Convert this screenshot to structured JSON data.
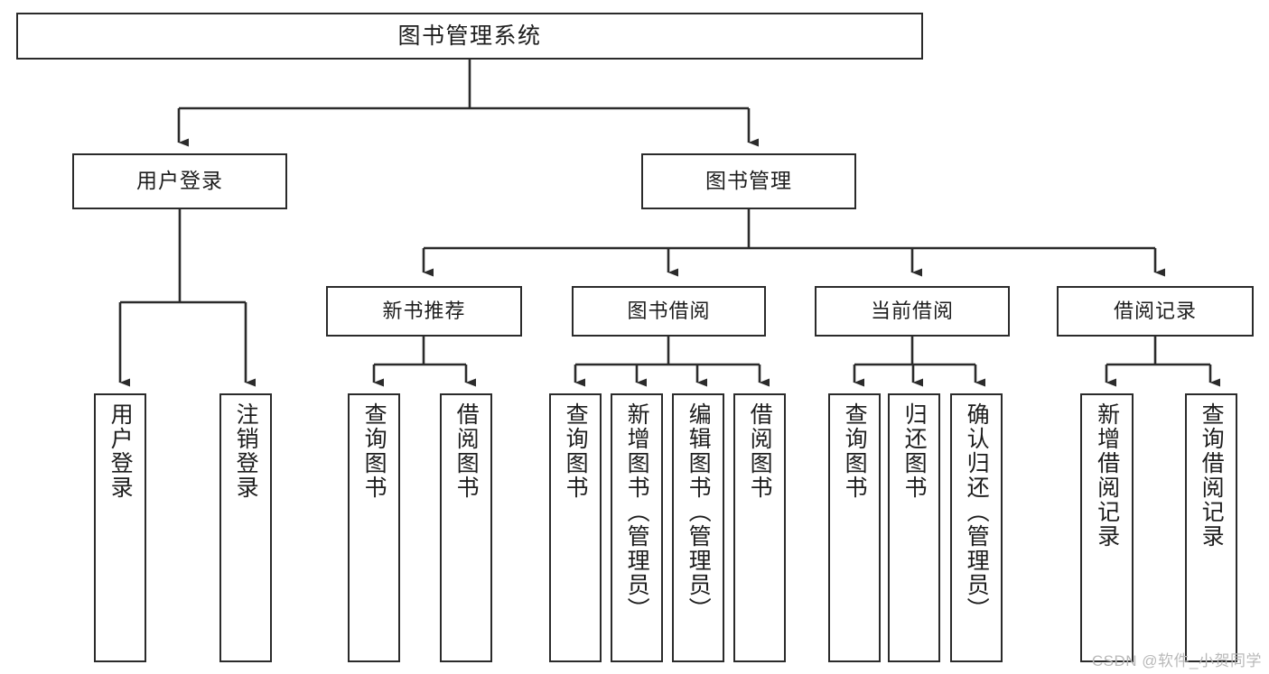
{
  "diagram": {
    "type": "tree",
    "title": "图书管理系统",
    "watermark": "CSDN @软件_小贺同学",
    "colors": {
      "box_border": "#2b2b2b",
      "box_fill": "#ffffff",
      "edge": "#2b2b2b",
      "text": "#1d1d1d",
      "watermark": "#b9b9b9",
      "background": "#ffffff"
    },
    "nodes": {
      "root": {
        "label": "图书管理系统"
      },
      "level2": [
        {
          "id": "user-login",
          "label": "用户登录"
        },
        {
          "id": "book-manage",
          "label": "图书管理"
        }
      ],
      "level3": [
        {
          "id": "new-book-recommend",
          "label": "新书推荐"
        },
        {
          "id": "book-borrow",
          "label": "图书借阅"
        },
        {
          "id": "current-borrow",
          "label": "当前借阅"
        },
        {
          "id": "borrow-record",
          "label": "借阅记录"
        }
      ],
      "leaves": {
        "user-login": [
          {
            "id": "leaf-user-login",
            "label": "用户登录"
          },
          {
            "id": "leaf-logout-login",
            "label": "注销登录"
          }
        ],
        "new-book-recommend": [
          {
            "id": "leaf-query-book-1",
            "label": "查询图书"
          },
          {
            "id": "leaf-borrow-book-1",
            "label": "借阅图书"
          }
        ],
        "book-borrow": [
          {
            "id": "leaf-query-book-2",
            "label": "查询图书"
          },
          {
            "id": "leaf-add-book",
            "label": "新增图书（管理员）"
          },
          {
            "id": "leaf-edit-book",
            "label": "编辑图书（管理员）"
          },
          {
            "id": "leaf-borrow-book-2",
            "label": "借阅图书"
          }
        ],
        "current-borrow": [
          {
            "id": "leaf-query-book-3",
            "label": "查询图书"
          },
          {
            "id": "leaf-return-book",
            "label": "归还图书"
          },
          {
            "id": "leaf-confirm-return",
            "label": "确认归还（管理员）"
          }
        ],
        "borrow-record": [
          {
            "id": "leaf-add-record",
            "label": "新增借阅记录"
          },
          {
            "id": "leaf-query-record",
            "label": "查询借阅记录"
          }
        ]
      }
    }
  }
}
